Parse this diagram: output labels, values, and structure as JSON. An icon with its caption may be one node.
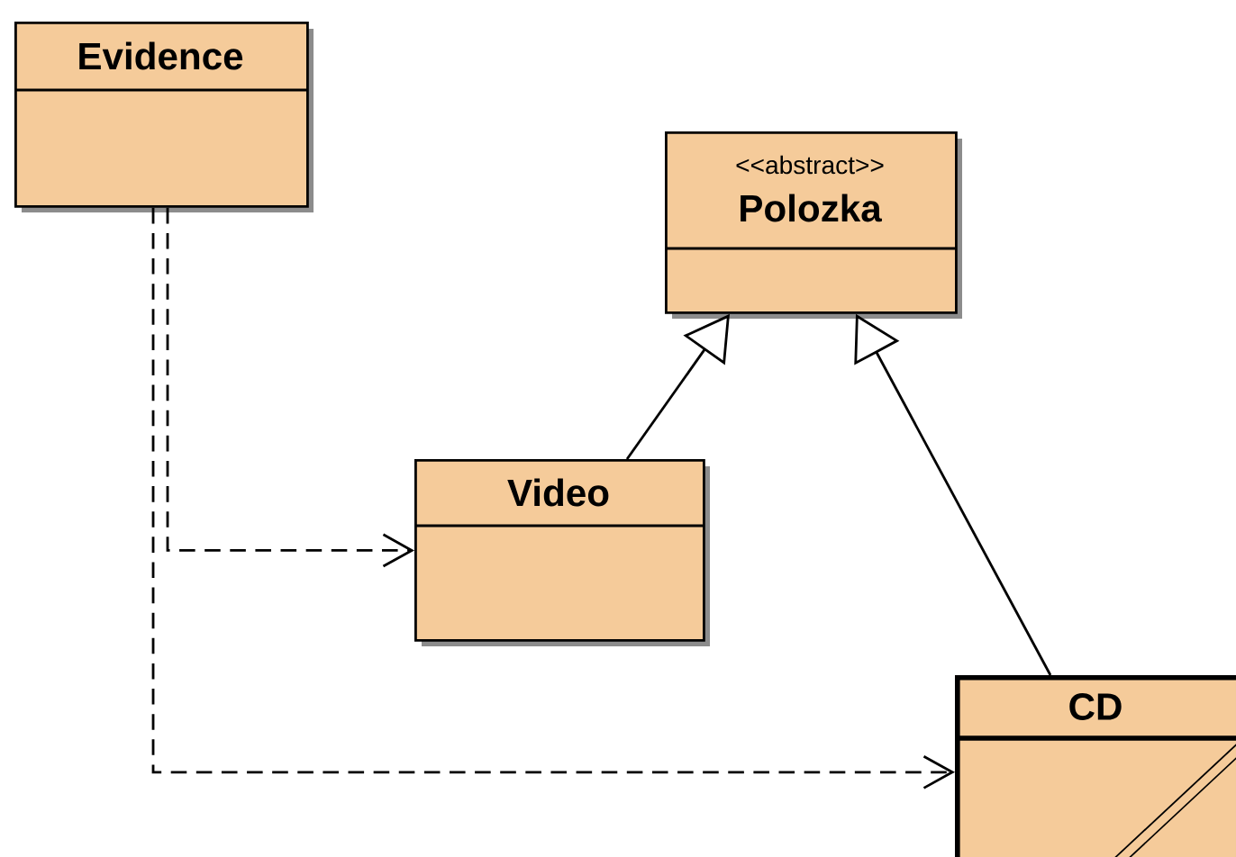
{
  "diagram": {
    "nodes": [
      {
        "text": [
          "Evidence"
        ]
      },
      {
        "text": [
          "<<abstract>>",
          "Polozka"
        ]
      },
      {
        "text": [
          "Video"
        ]
      },
      {
        "text": [
          "CD"
        ]
      }
    ],
    "edges": [
      {
        "from": 0,
        "to": 2,
        "arrow": "to",
        "style": "dashed"
      },
      {
        "from": 0,
        "to": 3,
        "arrow": "to",
        "style": "dashed"
      },
      {
        "from": 2,
        "to": 1,
        "arrow": "to"
      },
      {
        "from": 3,
        "to": 1,
        "arrow": "to"
      }
    ]
  }
}
